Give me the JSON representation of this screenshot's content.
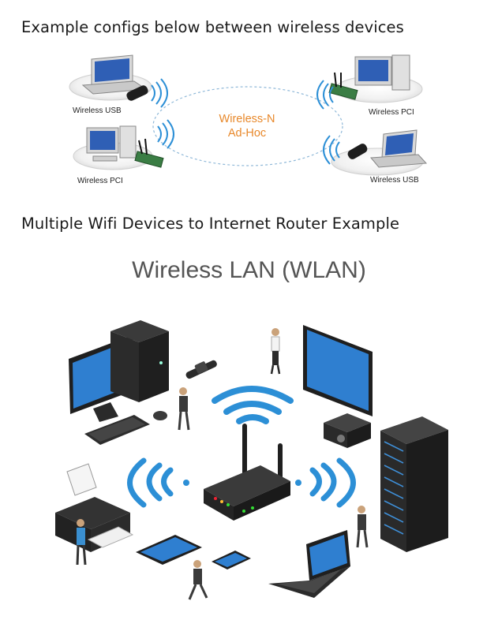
{
  "headings": {
    "first": "Example configs below between wireless devices",
    "second": "Multiple Wifi Devices to Internet Router Example"
  },
  "adhoc_diagram": {
    "center_line1": "Wireless-N",
    "center_line2": "Ad-Hoc",
    "nodes": [
      {
        "label": "Wireless USB",
        "icon": "laptop-icon"
      },
      {
        "label": "Wireless PCI",
        "icon": "desktop-pc-icon"
      },
      {
        "label": "Wireless PCI",
        "icon": "desktop-pc-icon"
      },
      {
        "label": "Wireless USB",
        "icon": "laptop-icon"
      }
    ]
  },
  "wlan_diagram": {
    "title": "Wireless LAN (WLAN)"
  },
  "colors": {
    "accent_orange": "#e8882a",
    "wifi_blue": "#2c8fd6",
    "screen_blue": "#2f7fd0",
    "device_dark": "#2b2b2b"
  }
}
